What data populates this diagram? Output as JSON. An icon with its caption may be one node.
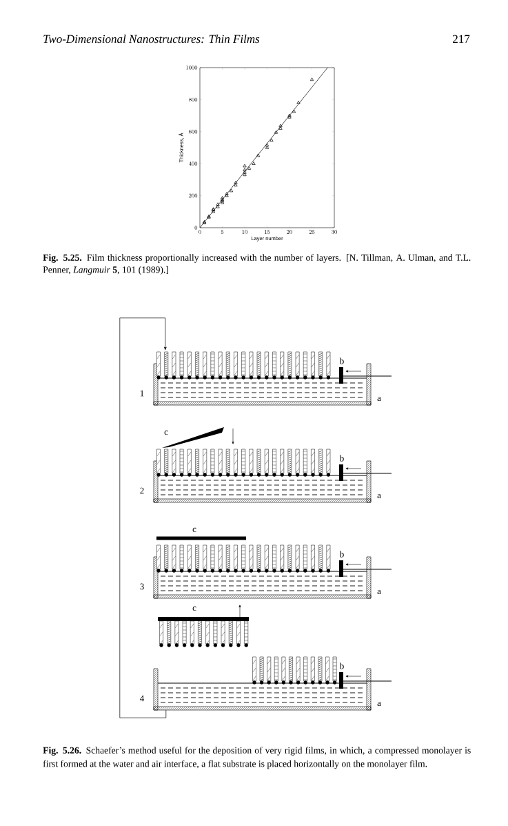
{
  "diagram": {
    "title": "Two-Dimensional Nanostructures: Thin Films",
    "caption": "**Fig. 5.26.** Schaefer’s method useful for the deposition of very rigid films, in which, a compressed monolayer is first formed at the water and air interface, a flat substrate is placed horizontally on the monolayer film.",
    "nodes": [
      {
        "text": [],
        "shape": "picture",
        "beside": [
          "1"
        ]
      },
      {
        "text": [],
        "shape": "picture",
        "beside": [
          "2"
        ]
      },
      {
        "text": [],
        "shape": "picture",
        "beside": [
          "3"
        ]
      },
      {
        "text": [],
        "shape": "picture",
        "beside": [
          "4"
        ]
      }
    ],
    "edges": [
      {
        "from": 3,
        "to": 0,
        "arrow": "to"
      }
    ],
    "labels": [
      "217",
      "**Fig. 5.25.** Film thickness proportionally increased with the number of layers. [N. Tillman, A. Ulman, and T.L. Penner, *Langmuir* **5**, 101 (1989).]",
      "b",
      "a",
      "c",
      "b",
      "a",
      "c",
      "b",
      "a",
      "c",
      "b",
      "a"
    ],
    "chart_data": {
      "type": "scatter",
      "xlabel": "Layer number",
      "ylabel": "Thickness, Å",
      "x": [
        1,
        1,
        2,
        2,
        3,
        3,
        3,
        4,
        4,
        5,
        5,
        5,
        5,
        6,
        6,
        7,
        8,
        8,
        10,
        10,
        10,
        10,
        11,
        12,
        13,
        15,
        15,
        16,
        17,
        18,
        18,
        20,
        20,
        21,
        22,
        25
      ],
      "series": [
        {
          "values": [
            30,
            35,
            65,
            70,
            100,
            110,
            115,
            130,
            145,
            155,
            165,
            175,
            185,
            200,
            210,
            230,
            265,
            280,
            330,
            345,
            360,
            385,
            370,
            400,
            450,
            500,
            515,
            545,
            595,
            620,
            635,
            690,
            700,
            725,
            780,
            925
          ]
        },
        {
          "type": "line",
          "x": [
            0,
            28.5
          ],
          "values": [
            0,
            1000
          ]
        }
      ],
      "xlim": [
        0,
        30
      ],
      "ylim": [
        0,
        1000
      ],
      "xticks": [
        0,
        5,
        10,
        15,
        20,
        25,
        30
      ],
      "yticks": [
        0,
        200,
        400,
        600,
        800,
        1000
      ]
    }
  }
}
